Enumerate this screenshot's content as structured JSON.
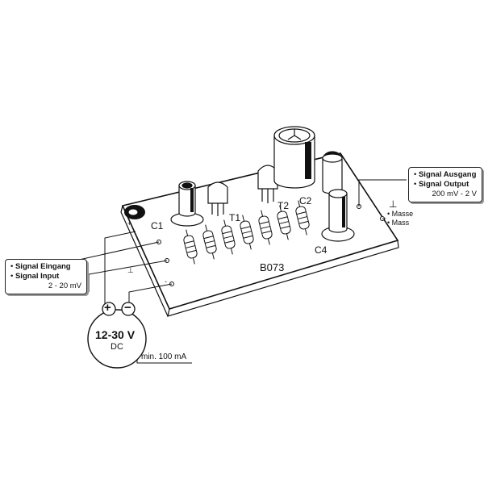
{
  "board": {
    "id": "B073",
    "components": {
      "c1": "C1",
      "c2": "C2",
      "c4": "C4",
      "t1": "T1",
      "t2": "T2"
    },
    "pin_marks": {
      "plus": "+",
      "minus": "-",
      "ground": "⊥"
    }
  },
  "callouts": {
    "input": {
      "line1": "Signal Eingang",
      "line2": "Signal Input",
      "value": "2 - 20 mV"
    },
    "output": {
      "line1": "Signal Ausgang",
      "line2": "Signal Output",
      "value": "200 mV - 2 V"
    },
    "ground": {
      "line1": "Masse",
      "line2": "Mass",
      "symbol": "⊥"
    }
  },
  "power": {
    "voltage": "12-30 V",
    "type": "DC",
    "current": "min. 100 mA",
    "plus_symbol": "+",
    "minus_symbol": "−"
  }
}
